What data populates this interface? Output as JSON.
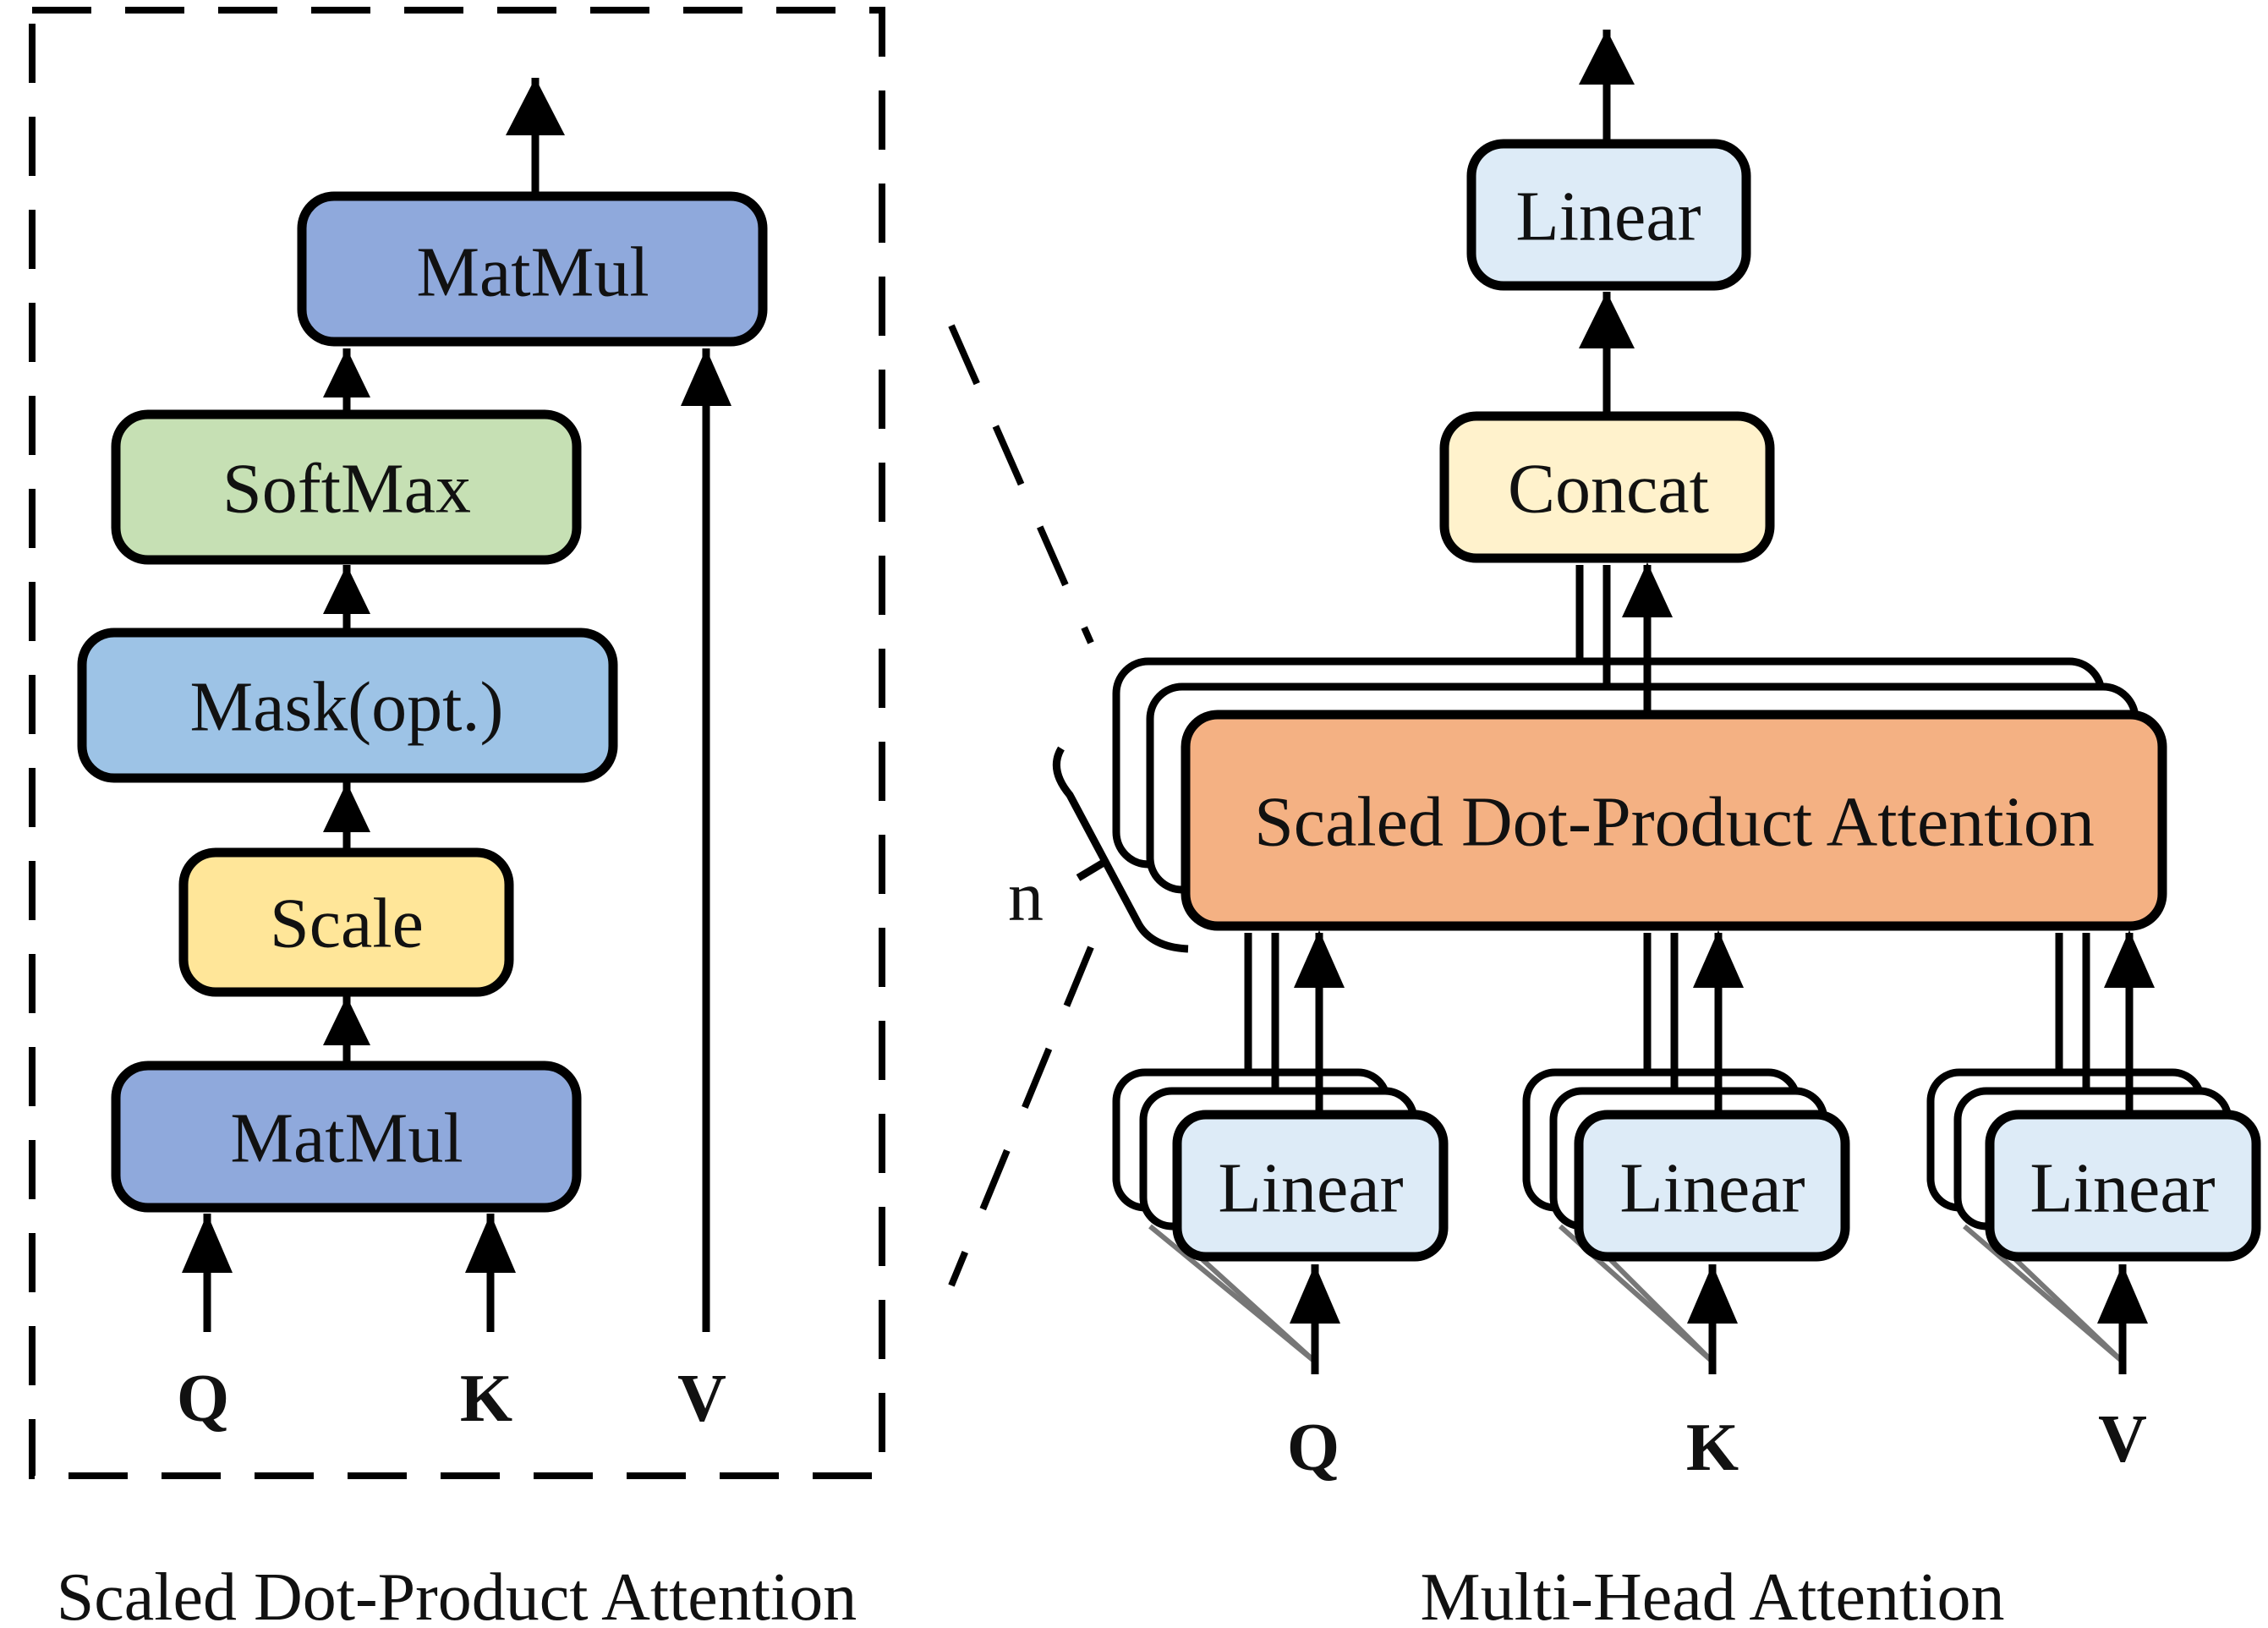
{
  "left_panel": {
    "caption": "Scaled Dot-Product Attention",
    "blocks": {
      "matmul_top": "MatMul",
      "softmax": "SoftMax",
      "mask": "Mask(opt.)",
      "scale": "Scale",
      "matmul_bottom": "MatMul"
    },
    "inputs": {
      "q": "Q",
      "k": "K",
      "v": "V"
    }
  },
  "right_panel": {
    "caption": "Multi-Head Attention",
    "blocks": {
      "linear_out": "Linear",
      "concat": "Concat",
      "attention": "Scaled Dot-Product Attention",
      "linear_q": "Linear",
      "linear_k": "Linear",
      "linear_v": "Linear"
    },
    "repeat_label": "n",
    "inputs": {
      "q": "Q",
      "k": "K",
      "v": "V"
    }
  },
  "colors": {
    "matmul": "#8fa9dc",
    "softmax": "#c6e0b4",
    "mask": "#9dc3e6",
    "scale": "#ffe699",
    "linear": "#ddebf7",
    "concat": "#fff2cc",
    "attention": "#f4b183"
  }
}
